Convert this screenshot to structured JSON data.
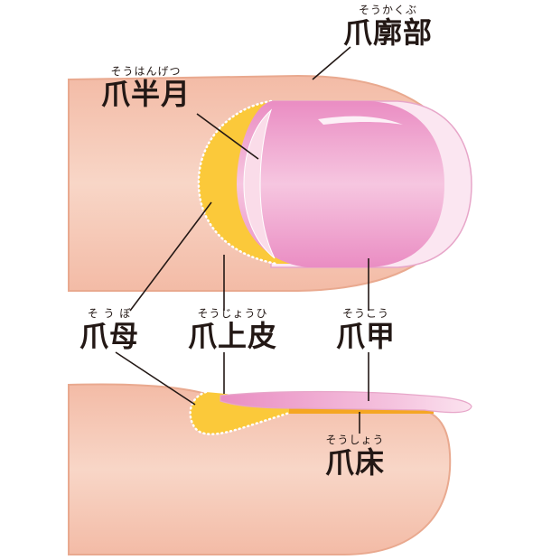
{
  "labels": {
    "sokakubu": {
      "ruby": "そうかくぶ",
      "text": "爪廓部"
    },
    "sohangetsu": {
      "ruby": "そうはんげつ",
      "text": "爪半月"
    },
    "sobo": {
      "ruby": "そ う ぼ",
      "text": "爪母"
    },
    "sojohi": {
      "ruby": "そうじょうひ",
      "text": "爪上皮"
    },
    "soko": {
      "ruby": "そうこう",
      "text": "爪甲"
    },
    "sosho": {
      "ruby": "そうしょう",
      "text": "爪床"
    }
  },
  "colors": {
    "skin": "#f5c8b6",
    "skin_edge": "#e9a98f",
    "nail": "#ec97c8",
    "nail_light": "#f7d0e6",
    "matrix": "#fbc93a",
    "line": "#231815"
  }
}
